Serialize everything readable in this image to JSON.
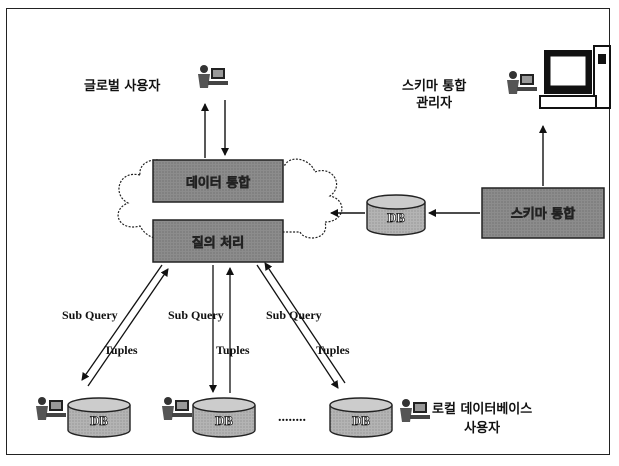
{
  "labels": {
    "global_user": "글로벌 사용자",
    "schema_admin": "스키마 통합\n관리자",
    "local_db_user": "로컬 데이터베이스\n사용자",
    "data_integration": "데이터 통합",
    "query_processing": "질의 처리",
    "schema_integration": "스키마 통합",
    "db": "DB",
    "dots": "........"
  },
  "edges": {
    "sub_query": "Sub Query",
    "tuples": "Tuples"
  },
  "colors": {
    "box_fill": "#8a8a8a",
    "db_fill": "#b0b0b0",
    "line": "#111111",
    "cloud": "#ffffff"
  },
  "icons": [
    "user-at-computer-icon",
    "desktop-computer-icon"
  ]
}
